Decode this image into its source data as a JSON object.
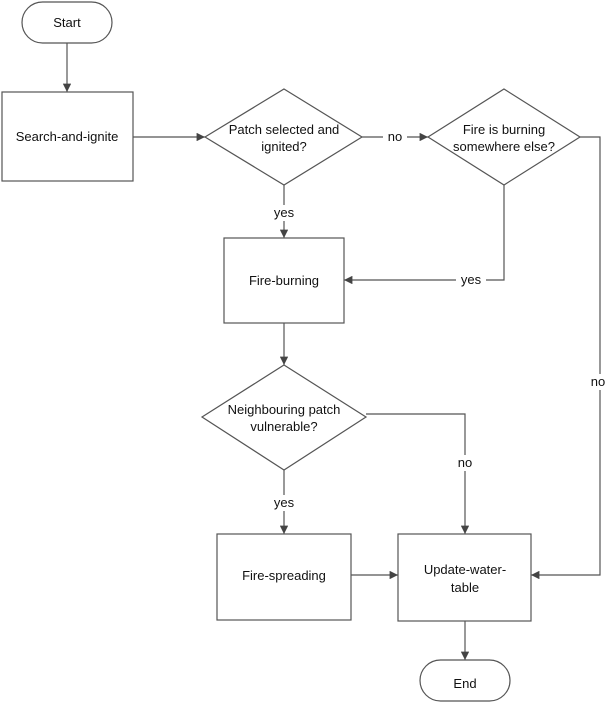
{
  "nodes": {
    "start": "Start",
    "search_and_ignite": "Search-and-ignite",
    "patch_selected": [
      "Patch selected and",
      "ignited?"
    ],
    "fire_burning_elsewhere": [
      "Fire is burning",
      "somewhere else?"
    ],
    "fire_burning": "Fire-burning",
    "neighbouring_patch": [
      "Neighbouring patch",
      "vulnerable?"
    ],
    "fire_spreading": "Fire-spreading",
    "update_water_table": [
      "Update-water-",
      "table"
    ],
    "end": "End"
  },
  "edge_labels": {
    "patch_yes": "yes",
    "patch_no": "no",
    "elsewhere_yes": "yes",
    "elsewhere_no": "no",
    "neighbour_yes": "yes",
    "neighbour_no": "no"
  },
  "colors": {
    "stroke": "#555555",
    "fill": "#ffffff",
    "text": "#111111"
  }
}
